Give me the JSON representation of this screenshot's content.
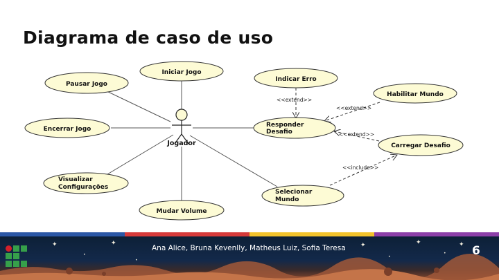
{
  "slide": {
    "title": "Diagrama de caso de uso",
    "authors": "Ana Alice, Bruna Kevenlly, Matheus Luiz, Sofia Teresa",
    "page_number": "6"
  },
  "diagram": {
    "actor": "Jogador",
    "use_cases": {
      "iniciar": "Iniciar Jogo",
      "pausar": "Pausar Jogo",
      "encerrar": "Encerrar Jogo",
      "visualizar_1": "Visualizar",
      "visualizar_2": "Configurações",
      "mudar": "Mudar Volume",
      "indicar": "Indicar Erro",
      "responder_1": "Responder",
      "responder_2": "Desafio",
      "selecionar_1": "Selecionar",
      "selecionar_2": "Mundo",
      "habilitar": "Habilitar Mundo",
      "carregar": "Carregar Desafio"
    },
    "relations": {
      "extend_indicar": "<<extend>>",
      "extend_habilitar": "<<extend>>",
      "extend_carregar": "<<extend>>",
      "include_selecionar": "<<include>>"
    }
  },
  "colors": {
    "ellipse_fill": "#fdfbd5",
    "stripe_blue": "#2b57a6",
    "stripe_red": "#d63a3a",
    "stripe_yellow": "#f2c32c",
    "stripe_purple": "#8c3fa8"
  }
}
